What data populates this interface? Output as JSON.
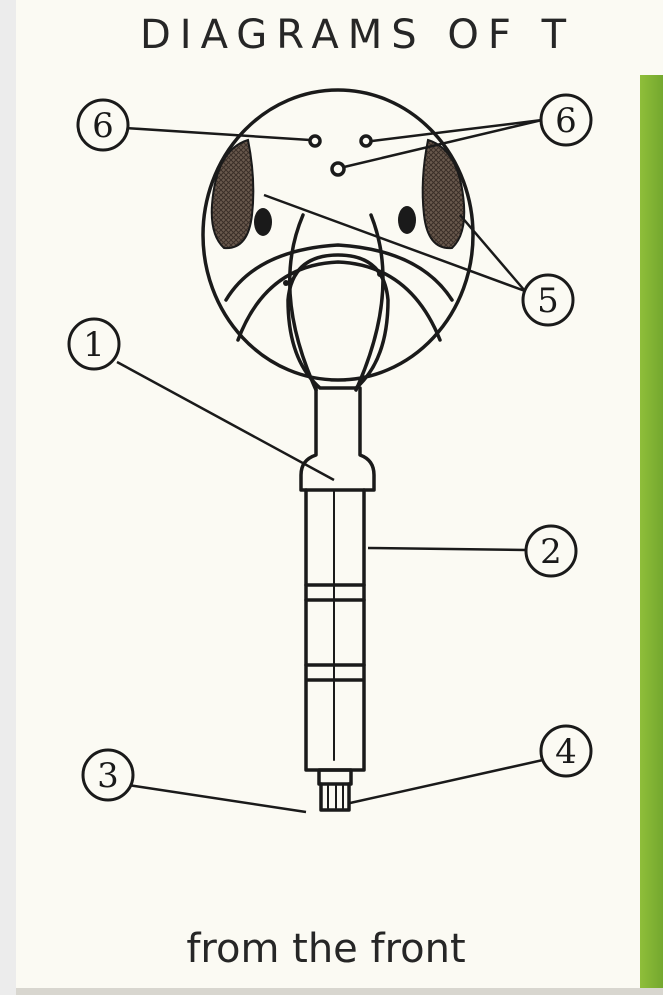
{
  "header": {
    "title": "DIAGRAMS OF T"
  },
  "caption": "from the front",
  "callouts": [
    {
      "id": "label-1",
      "text": "1"
    },
    {
      "id": "label-2",
      "text": "2"
    },
    {
      "id": "label-3",
      "text": "3"
    },
    {
      "id": "label-4",
      "text": "4"
    },
    {
      "id": "label-5",
      "text": "5"
    },
    {
      "id": "label-6-left",
      "text": "6"
    },
    {
      "id": "label-6-right",
      "text": "6"
    }
  ],
  "colors": {
    "ink": "#1a1a1a",
    "paper": "#fbfaf3",
    "accent_green": "#8fbe3a"
  }
}
